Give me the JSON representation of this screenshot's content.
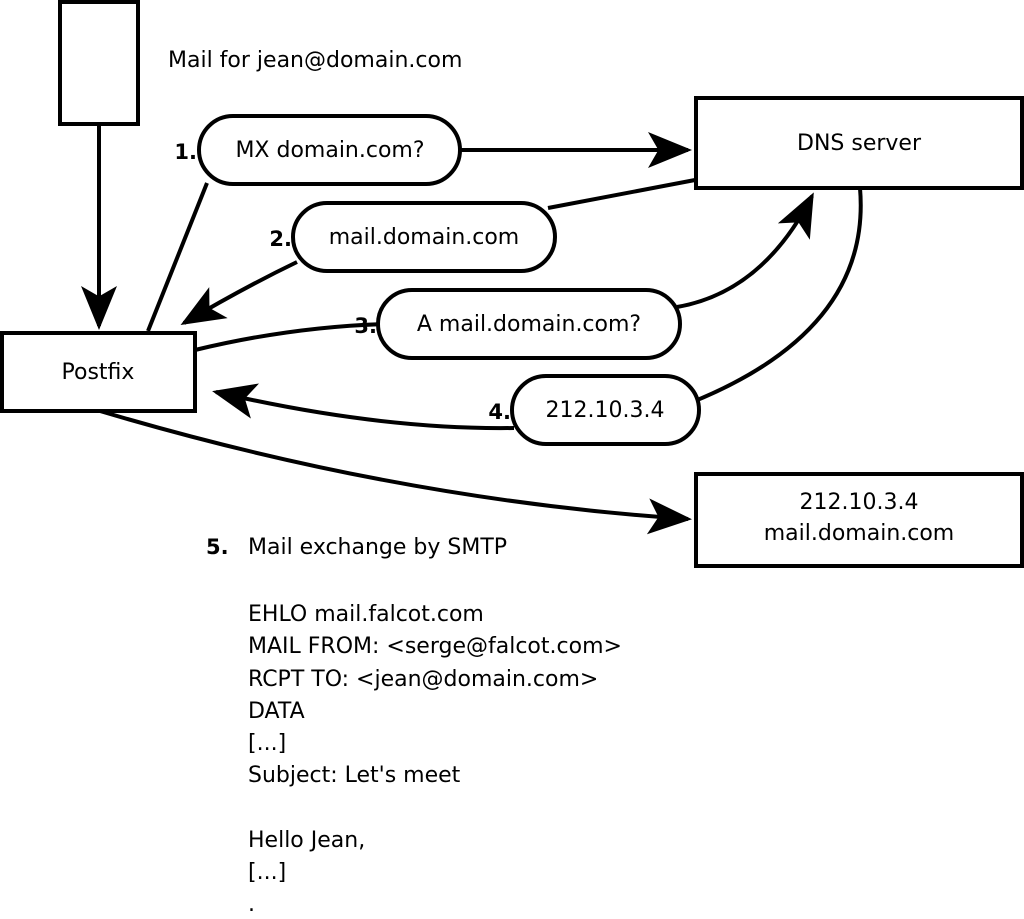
{
  "diagram": {
    "caption": "Mail for jean@domain.com",
    "nodes": {
      "client": {
        "label": ""
      },
      "postfix": {
        "label": "Postfix"
      },
      "dns_server": {
        "label": "DNS server"
      },
      "destination": {
        "line1": "212.10.3.4",
        "line2": "mail.domain.com"
      }
    },
    "steps": [
      {
        "num": "1.",
        "label": "MX domain.com?"
      },
      {
        "num": "2.",
        "label": "mail.domain.com"
      },
      {
        "num": "3.",
        "label": "A mail.domain.com?"
      },
      {
        "num": "4.",
        "label": "212.10.3.4"
      }
    ],
    "step5": {
      "num": "5.",
      "label": "Mail exchange by SMTP"
    },
    "smtp_transcript": [
      "EHLO mail.falcot.com",
      "MAIL FROM: <serge@falcot.com>",
      "RCPT TO: <jean@domain.com>",
      "DATA",
      "[...]",
      "Subject: Let's meet",
      "",
      "Hello Jean,",
      "[...]",
      "."
    ],
    "colors": {
      "stroke": "#000000",
      "fill": "#ffffff",
      "text": "#000000"
    }
  }
}
